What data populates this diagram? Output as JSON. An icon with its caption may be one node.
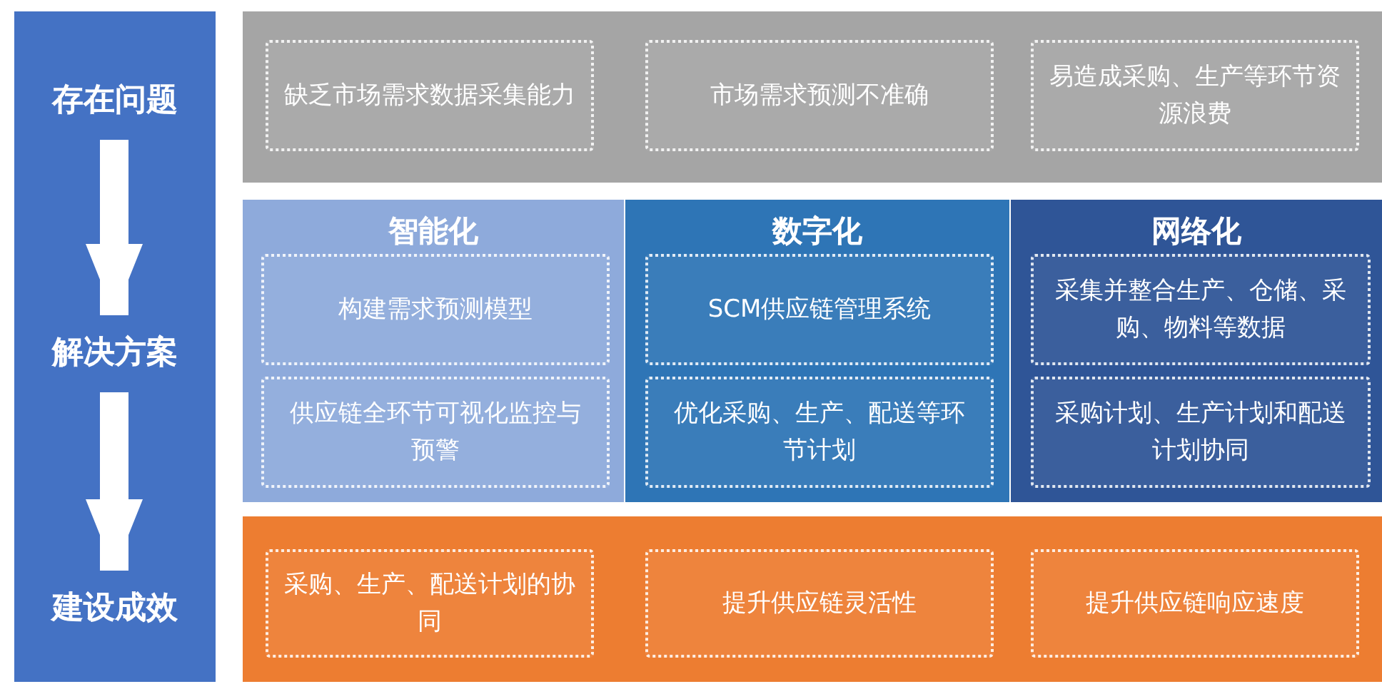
{
  "diagram": {
    "nodes": [
      {
        "text": [
          "存在问题"
        ]
      },
      {
        "text": [
          "解决方案"
        ]
      },
      {
        "text": [
          "建设成效"
        ]
      },
      {
        "text": [],
        "shape": "box"
      },
      {
        "text": [
          "缺乏市场需求数据采集能力"
        ],
        "in": 3
      },
      {
        "text": [
          "市场需求预测不准确"
        ],
        "in": 3
      },
      {
        "text": [
          "易造成采购、生产等环节资源浪费"
        ],
        "in": 3
      },
      {
        "text": [
          "智能化"
        ]
      },
      {
        "text": [
          "构建需求预测模型"
        ],
        "in": 7
      },
      {
        "text": [
          "供应链全环节可视化监控与预警"
        ],
        "in": 7
      },
      {
        "text": [
          "数字化"
        ]
      },
      {
        "text": [
          "SCM供应链管理系统"
        ],
        "in": 10
      },
      {
        "text": [
          "优化采购、生产、配送等环节计划"
        ],
        "in": 10
      },
      {
        "text": [
          "网络化"
        ]
      },
      {
        "text": [
          "采集并整合生产、仓储、采购、物料等数据"
        ],
        "in": 13
      },
      {
        "text": [
          "采购计划、生产计划和配送计划协同"
        ],
        "in": 13
      },
      {
        "text": [],
        "shape": "box"
      },
      {
        "text": [
          "采购、生产、配送计划的协同"
        ],
        "in": 16
      },
      {
        "text": [
          "提升供应链灵活性"
        ],
        "in": 16
      },
      {
        "text": [
          "提升供应链响应速度"
        ],
        "in": 16
      }
    ],
    "edges": [
      {
        "from": 0,
        "to": 1,
        "arrow": "to"
      },
      {
        "from": 1,
        "to": 2,
        "arrow": "to"
      }
    ]
  }
}
